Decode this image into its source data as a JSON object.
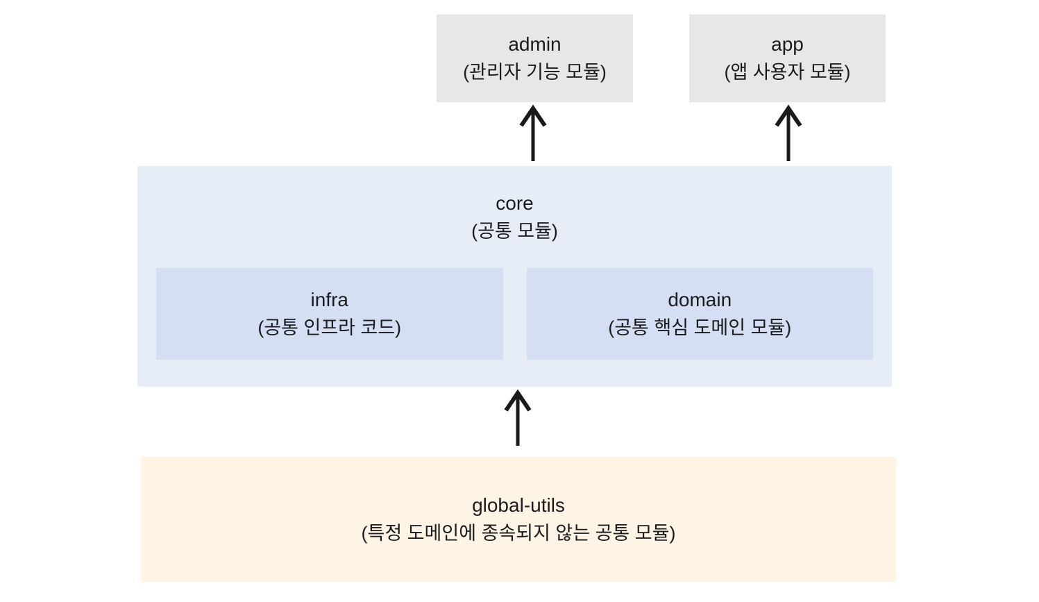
{
  "diagram": {
    "title": "module-dependency-diagram",
    "colors": {
      "top_box_bg": "#e7e7e7",
      "core_bg": "#e6edf6",
      "inner_bg": "#d4dff3",
      "utils_bg": "#fdf4e6",
      "text": "#1b1b1d",
      "arrow": "#1a1a1a",
      "page_bg": "#ffffff"
    },
    "nodes": {
      "admin": {
        "name": "admin",
        "desc": "(관리자 기능 모듈)"
      },
      "app": {
        "name": "app",
        "desc": "(앱 사용자 모듈)"
      },
      "core": {
        "name": "core",
        "desc": "(공통 모듈)"
      },
      "infra": {
        "name": "infra",
        "desc": "(공통 인프라 코드)"
      },
      "domain": {
        "name": "domain",
        "desc": "(공통 핵심 도메인 모듈)"
      },
      "global_utils": {
        "name": "global-utils",
        "desc": "(특정 도메인에 종속되지 않는 공통 모듈)"
      }
    },
    "edges": [
      {
        "from": "core",
        "to": "admin"
      },
      {
        "from": "core",
        "to": "app"
      },
      {
        "from": "global-utils",
        "to": "core"
      }
    ]
  }
}
